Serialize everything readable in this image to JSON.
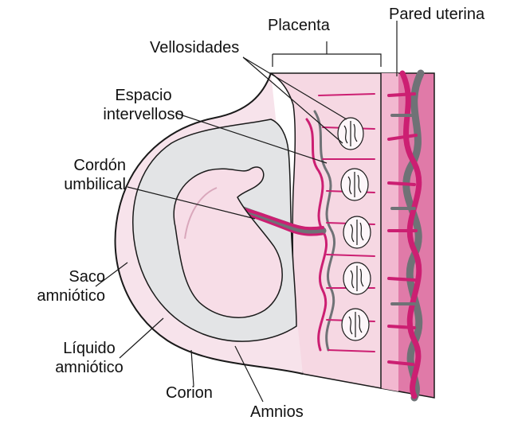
{
  "labels": {
    "pared_uterina": "Pared uterina",
    "placenta": "Placenta",
    "vellosidades": "Vellosidades",
    "espacio_intervelloso": [
      "Espacio",
      "intervelloso"
    ],
    "cordon_umbilical": [
      "Cordón",
      "umbilical"
    ],
    "saco_amniotico": [
      "Saco",
      "amniótico"
    ],
    "liquido_amniotico": [
      "Líquido",
      "amniótico"
    ],
    "corion": "Corion",
    "amnios": "Amnios"
  },
  "colors": {
    "uterine_wall": "#e07aa8",
    "uterine_wall_light": "#f2b8d0",
    "placenta": "#f6d8e3",
    "vessel_magenta": "#cc1f72",
    "vessel_gray": "#6f7276",
    "amniotic_fluid": "#e3e4e6",
    "chorion": "#f7e3eb",
    "embryo": "#f7dde7",
    "outline": "#1a1a1a"
  }
}
